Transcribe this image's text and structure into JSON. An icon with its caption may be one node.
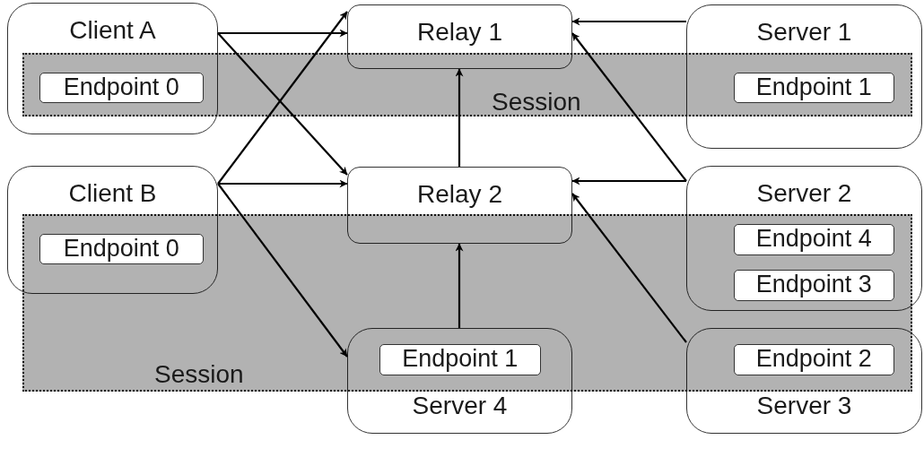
{
  "diagram": {
    "nodes": [
      {
        "text": [
          "Client A"
        ]
      },
      {
        "text": [
          "Endpoint 0"
        ],
        "in": 0
      },
      {
        "text": [
          "Relay 1"
        ]
      },
      {
        "text": [
          "Server 1"
        ]
      },
      {
        "text": [
          "Endpoint 1"
        ],
        "in": 3
      },
      {
        "text": [
          "Client B"
        ]
      },
      {
        "text": [
          "Endpoint 0"
        ],
        "in": 5
      },
      {
        "text": [
          "Relay 2"
        ]
      },
      {
        "text": [
          "Server 2"
        ]
      },
      {
        "text": [
          "Endpoint 4"
        ],
        "in": 8
      },
      {
        "text": [
          "Endpoint 3"
        ],
        "in": 8
      },
      {
        "text": [
          "Server 4"
        ]
      },
      {
        "text": [
          "Endpoint 1"
        ],
        "in": 11
      },
      {
        "text": [
          "Server 3"
        ]
      },
      {
        "text": [
          "Endpoint 2"
        ],
        "in": 13
      }
    ],
    "edges": [
      {
        "from": 0,
        "to": 2,
        "arrow": "to"
      },
      {
        "from": 0,
        "to": 7,
        "arrow": "to"
      },
      {
        "from": 5,
        "to": 2,
        "arrow": "to"
      },
      {
        "from": 5,
        "to": 7,
        "arrow": "to"
      },
      {
        "from": 5,
        "to": 11,
        "arrow": "to"
      },
      {
        "from": 7,
        "to": 2,
        "arrow": "to"
      },
      {
        "from": 11,
        "to": 7,
        "arrow": "to"
      },
      {
        "from": 3,
        "to": 2,
        "arrow": "to"
      },
      {
        "from": 8,
        "to": 2,
        "arrow": "to"
      },
      {
        "from": 8,
        "to": 7,
        "arrow": "to"
      },
      {
        "from": 13,
        "to": 7,
        "arrow": "to"
      }
    ],
    "labels": [
      "Session",
      "Session"
    ]
  }
}
